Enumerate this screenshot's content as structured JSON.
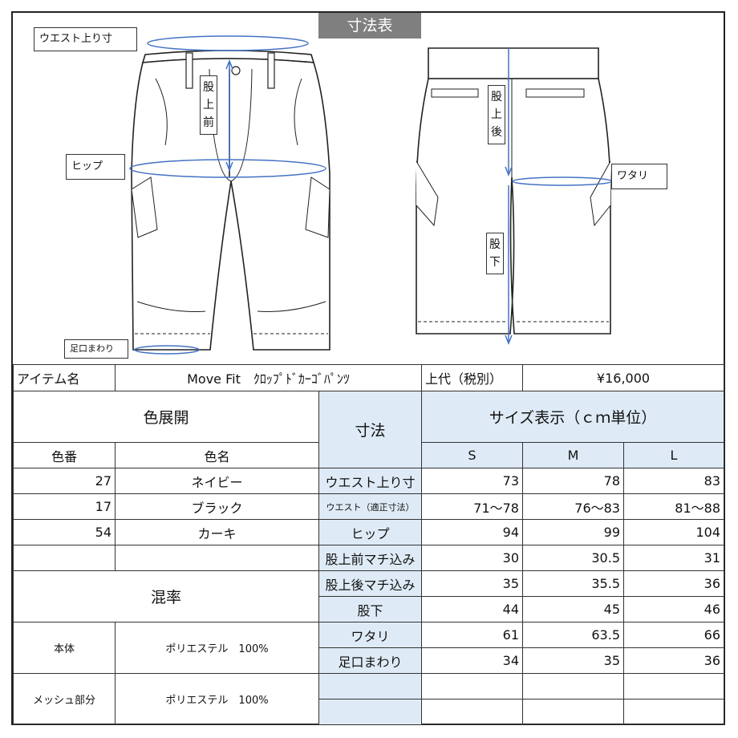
{
  "title": "寸法表",
  "callouts": {
    "waist": "ウエスト上り寸",
    "hip": "ヒップ",
    "hem": "足口まわり",
    "thigh": "ワタリ",
    "front_rise": [
      "股",
      "上",
      "前"
    ],
    "back_rise": [
      "股",
      "上",
      "後"
    ],
    "inseam": [
      "股",
      "下"
    ]
  },
  "info": {
    "item_label": "アイテム名",
    "item_value": "Move Fit　ｸﾛｯﾌﾟﾄﾞｶｰｺﾞﾊﾟﾝﾂ",
    "price_label": "上代（税別）",
    "price_value": "¥16,000"
  },
  "colors": {
    "heading": "色展開",
    "col_no": "色番",
    "col_name": "色名",
    "rows": [
      {
        "no": "27",
        "name": "ネイビー"
      },
      {
        "no": "17",
        "name": "ブラック"
      },
      {
        "no": "54",
        "name": "カーキ"
      },
      {
        "no": "",
        "name": ""
      }
    ]
  },
  "mix": {
    "heading": "混率",
    "rows": [
      {
        "part": "本体",
        "value": "ポリエステル　100%"
      },
      {
        "part": "メッシュ部分",
        "value": "ポリエステル　100%"
      }
    ]
  },
  "sizes": {
    "heading": "寸法",
    "display_heading": "サイズ表示（ｃｍ単位）",
    "columns": [
      "S",
      "M",
      "L"
    ],
    "rows": [
      {
        "label": "ウエスト上り寸",
        "values": [
          "73",
          "78",
          "83"
        ]
      },
      {
        "label": "ウエスト（適正寸法）",
        "values": [
          "71～78",
          "76～83",
          "81～88"
        ]
      },
      {
        "label": "ヒップ",
        "values": [
          "94",
          "99",
          "104"
        ]
      },
      {
        "label": "股上前マチ込み",
        "values": [
          "30",
          "30.5",
          "31"
        ]
      },
      {
        "label": "股上後マチ込み",
        "values": [
          "35",
          "35.5",
          "36"
        ]
      },
      {
        "label": "股下",
        "values": [
          "44",
          "45",
          "46"
        ]
      },
      {
        "label": "ワタリ",
        "values": [
          "61",
          "63.5",
          "66"
        ]
      },
      {
        "label": "足口まわり",
        "values": [
          "34",
          "35",
          "36"
        ]
      },
      {
        "label": "",
        "values": [
          "",
          "",
          ""
        ]
      },
      {
        "label": "",
        "values": [
          "",
          "",
          ""
        ]
      }
    ]
  },
  "colors_hex": {
    "measure_line": "#4472c4",
    "header_fill": "#deebf6",
    "title_tab": "#7f7f7f"
  }
}
